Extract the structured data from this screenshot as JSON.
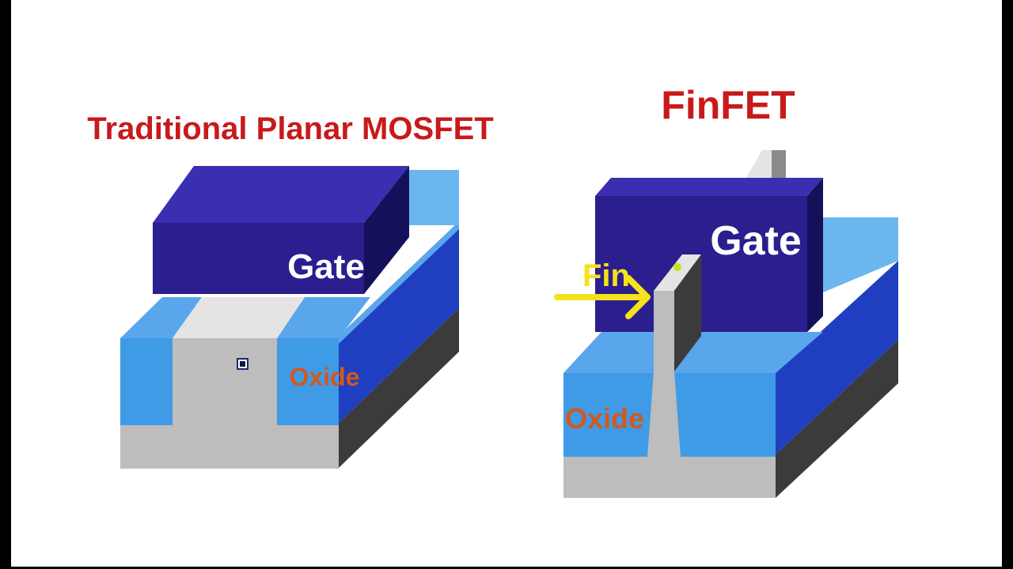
{
  "planar": {
    "title": "Traditional Planar MOSFET",
    "gate_label": "Gate",
    "oxide_label": "Oxide"
  },
  "finfet": {
    "title": "FinFET",
    "gate_label": "Gate",
    "fin_label": "Fin",
    "oxide_label": "Oxide"
  },
  "colors": {
    "title_red": "#c81a1a",
    "gate_front": "#2b1e8e",
    "gate_top": "#3a2fb0",
    "gate_side": "#15105a",
    "oxide_light": "#3f9be6",
    "oxide_top": "#6cb6f0",
    "oxide_side": "#1f3fc0",
    "silicon": "#bdbdbd",
    "silicon_light": "#e4e4e4",
    "silicon_dark": "#3b3b3b",
    "oxide_text": "#d4581b",
    "fin_yellow": "#f4e21a"
  }
}
